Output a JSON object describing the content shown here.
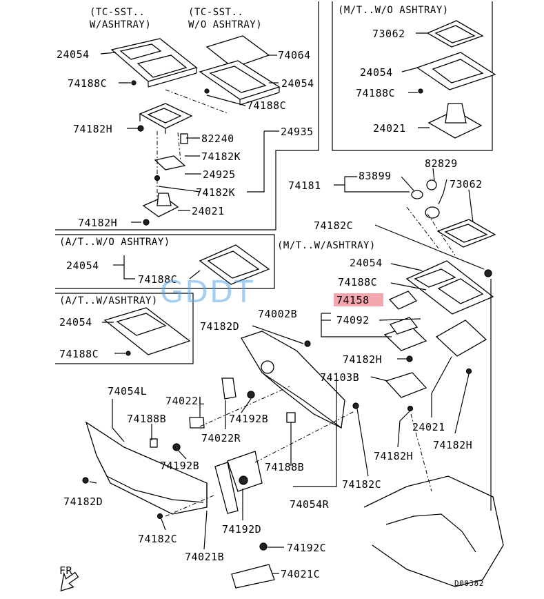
{
  "sections": {
    "tc_sst_ashtray": "(TC-SST..\nW/ASHTRAY)",
    "tc_sst_ashtray_l1": "(TC-SST..",
    "tc_sst_ashtray_l2": "W/ASHTRAY)",
    "tc_sst_no_ashtray_l1": "(TC-SST..",
    "tc_sst_no_ashtray_l2": "W/O ASHTRAY)",
    "mt_no_ashtray": "(M/T..W/O ASHTRAY)",
    "at_no_ashtray": "(A/T..W/O ASHTRAY)",
    "at_ashtray": "(A/T..W/ASHTRAY)",
    "mt_ashtray": "(M/T..W/ASHTRAY)"
  },
  "labels": {
    "l24054_a": "24054",
    "l74064": "74064",
    "l74188C_a": "74188C",
    "l24054_b": "24054",
    "l74188C_b": "74188C",
    "l74182H_a": "74182H",
    "l82240": "82240",
    "l24935": "24935",
    "l74182K_a": "74182K",
    "l24925": "24925",
    "l74182K_b": "74182K",
    "l24021_a": "24021",
    "l74182H_b": "74182H",
    "l73062_a": "73062",
    "l24054_c": "24054",
    "l74188C_c": "74188C",
    "l24021_b": "24021",
    "l82829": "82829",
    "l74181": "74181",
    "l83899": "83899",
    "l73062_b": "73062",
    "l74182C_a": "74182C",
    "l24054_d": "24054",
    "l74188C_d": "74188C",
    "l24054_e": "24054",
    "l74188C_e": "74188C",
    "l74158": "74158",
    "l74002B": "74002B",
    "l74092": "74092",
    "l24054_f": "24054",
    "l74188C_f": "74188C",
    "l74182D_a": "74182D",
    "l74182H_c": "74182H",
    "l74103B": "74103B",
    "l74054L": "74054L",
    "l74022L": "74022L",
    "l74188B_a": "74188B",
    "l74192B_a": "74192B",
    "l74022R": "74022R",
    "l74192B_b": "74192B",
    "l24021_c": "24021",
    "l74182H_d": "74182H",
    "l74182H_e": "74182H",
    "l74182D_b": "74182D",
    "l74188B_b": "74188B",
    "l74182C_b": "74182C",
    "l74054R": "74054R",
    "l74182C_c": "74182C",
    "l74192D": "74192D",
    "l74021B": "74021B",
    "l74192C": "74192C",
    "l74021C": "74021C",
    "fr": "FR",
    "code": "D00382"
  },
  "watermark": "GDDT",
  "colors": {
    "highlight": "#f4a6ae",
    "watermark": "#5aa6e8"
  }
}
